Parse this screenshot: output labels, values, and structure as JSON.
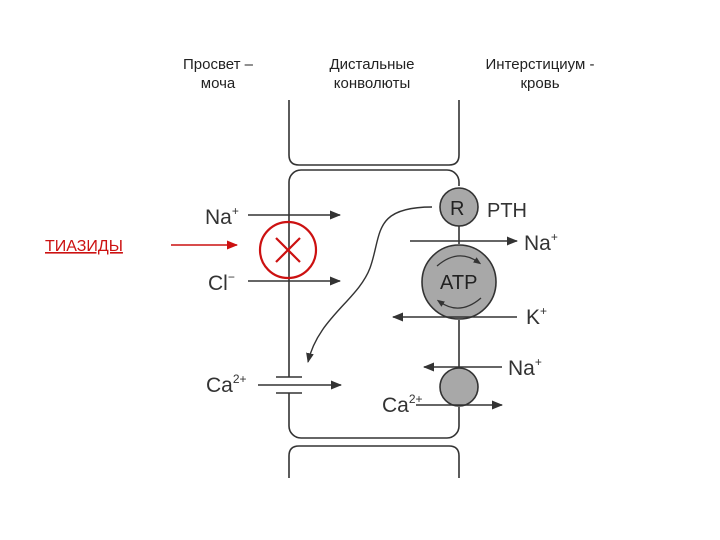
{
  "headers": {
    "lumen": [
      "Просвет –",
      "моча"
    ],
    "distal": [
      "Дистальные",
      "конволюты"
    ],
    "interstitium": [
      "Интерстициум -",
      "кровь"
    ]
  },
  "drug": {
    "label": "ТИАЗИДЫ",
    "color": "#cc1111"
  },
  "ions": {
    "na": "Na",
    "na_charge": "+",
    "cl": "Cl",
    "cl_charge": "−",
    "ca": "Ca",
    "ca_charge": "2+",
    "k": "K",
    "k_charge": "+"
  },
  "proteins": {
    "receptor": "R",
    "hormone": "PTH",
    "pump": "ATP"
  },
  "colors": {
    "line": "#333333",
    "protein_fill": "#a8a8a8",
    "block_mark": "#cc1111"
  }
}
